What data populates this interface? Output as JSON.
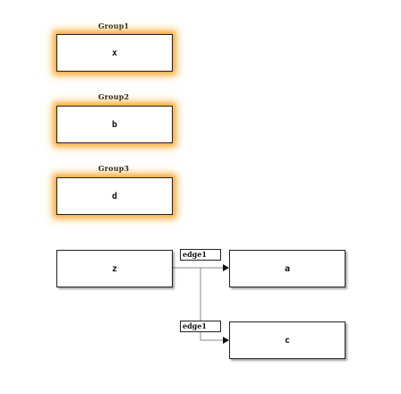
{
  "groups": [
    {
      "label": "Group1",
      "node": "x"
    },
    {
      "label": "Group2",
      "node": "b"
    },
    {
      "label": "Group3",
      "node": "d"
    }
  ],
  "nodes": {
    "source": "z",
    "target_top": "a",
    "target_bottom": "c"
  },
  "edges": [
    {
      "label": "edge1"
    },
    {
      "label": "edge1"
    }
  ],
  "colors": {
    "glow": "#f7a42d",
    "line": "#888888",
    "border": "#222222"
  }
}
